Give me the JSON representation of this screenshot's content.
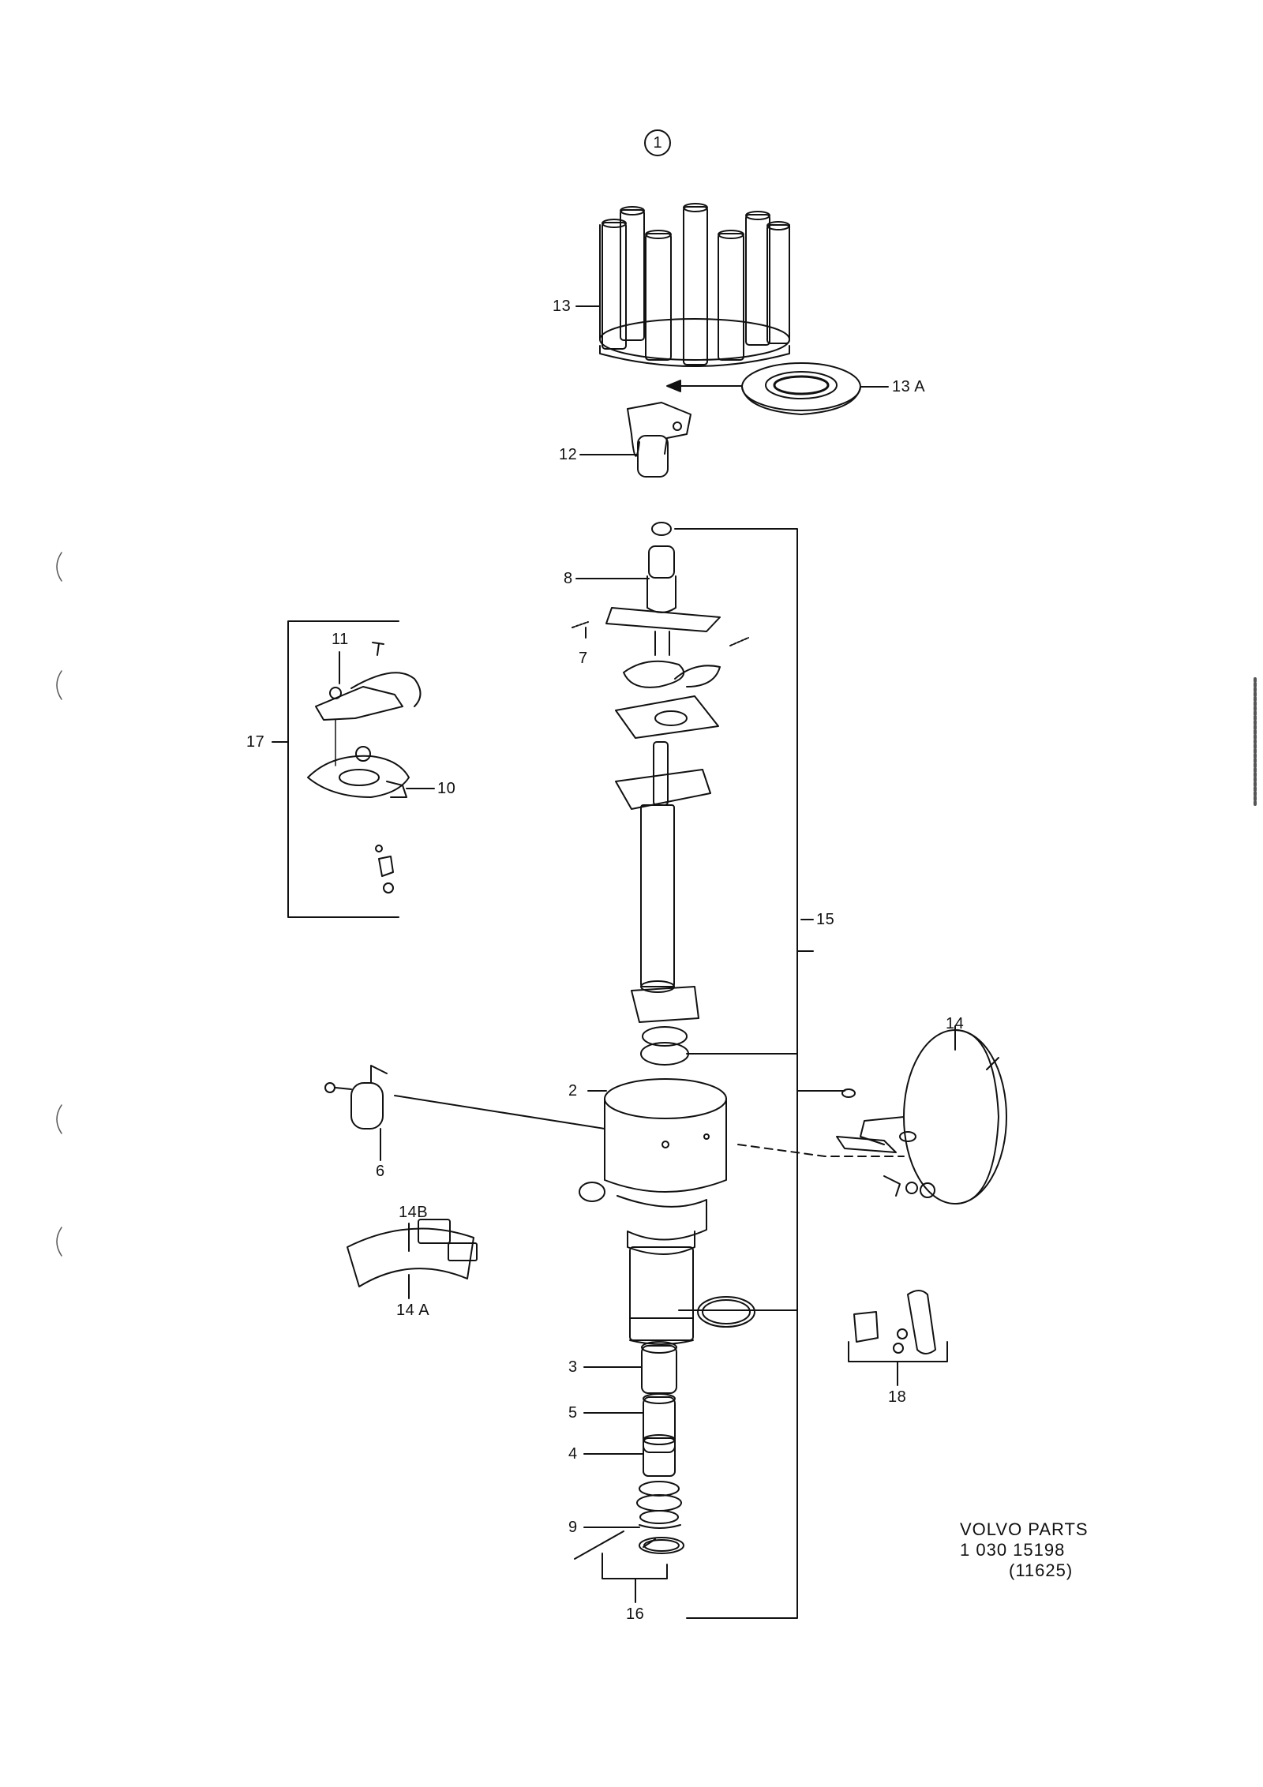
{
  "diagram": {
    "group_number": "1",
    "part_labels": [
      "13",
      "13 A",
      "12",
      "8",
      "7",
      "11",
      "17",
      "10",
      "15",
      "14",
      "2",
      "6",
      "14B",
      "14 A",
      "3",
      "5",
      "4",
      "9",
      "16",
      "18"
    ]
  },
  "reference": {
    "brand": "VOLVO PARTS",
    "part_number": "1 030 15198",
    "code": "(11625)"
  }
}
